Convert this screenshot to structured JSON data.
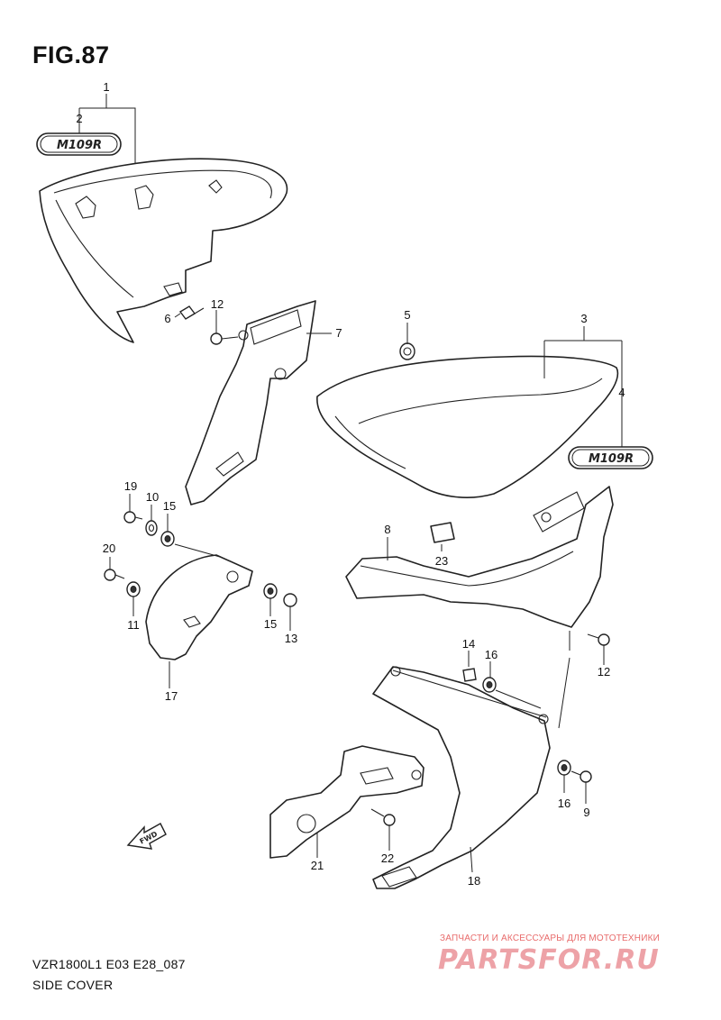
{
  "figure": {
    "title": "FIG.87",
    "model_code": "VZR1800L1 E03 E28_087",
    "name": "SIDE COVER"
  },
  "emblems": {
    "upper": "M109R",
    "lower": "M109R"
  },
  "direction_arrow": "FWD",
  "callouts": [
    "1",
    "2",
    "3",
    "4",
    "5",
    "6",
    "7",
    "8",
    "9",
    "10",
    "11",
    "12",
    "12",
    "13",
    "14",
    "15",
    "15",
    "16",
    "16",
    "17",
    "18",
    "19",
    "20",
    "21",
    "22",
    "23"
  ],
  "watermark": {
    "caption": "ЗАПЧАСТИ И АКСЕССУАРЫ ДЛЯ МОТОТЕХНИКИ",
    "logo": "PARTSFOR.RU"
  }
}
